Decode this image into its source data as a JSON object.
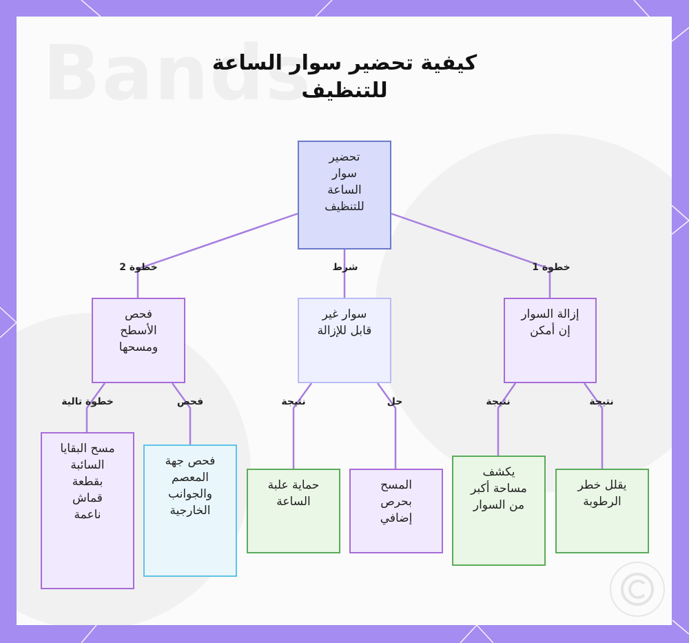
{
  "title": {
    "line1": "كيفية تحضير سوار الساعة",
    "line2": "للتنظيف"
  },
  "watermark": "Bands",
  "colors": {
    "frame": "#a58cf0",
    "edge": "#a67ee0",
    "root_fill": "#d9dcfb",
    "purple_fill": "#f1e9fd",
    "cyan_fill": "#e9f7fc",
    "green_fill": "#eaf6e6"
  },
  "nodes": {
    "root": [
      "تحضير",
      "سوار",
      "الساعة",
      "للتنظيف"
    ],
    "remove_strap": [
      "إزالة السوار",
      "إن أمكن"
    ],
    "non_removable": [
      "سوار غير",
      "قابل للإزالة"
    ],
    "inspect_surfaces": [
      "فحص",
      "الأسطح",
      "ومسحها"
    ],
    "reduce_moisture": [
      "يقلل خطر",
      "الرطوبة"
    ],
    "reveal_area": [
      "يكشف",
      "مساحة أكبر",
      "من السوار"
    ],
    "careful_wipe": [
      "المسح",
      "بحرص",
      "إضافي"
    ],
    "protect_case": [
      "حماية علبة",
      "الساعة"
    ],
    "inspect_sides": [
      "فحص جهة",
      "المعصم",
      "والجوانب",
      "الخارجية"
    ],
    "wipe_residue": [
      "مسح البقايا",
      "السائبة",
      "بقطعة",
      "قماش",
      "ناعمة"
    ]
  },
  "edge_labels": {
    "step1": "خطوة 1",
    "condition": "شرط",
    "step2": "خطوة 2",
    "result_a": "نتيجة",
    "result_b": "نتيجة",
    "solution": "حل",
    "result_c": "نتيجة",
    "inspect": "فحص",
    "next_step": "خطوة تالية"
  },
  "logo_icon": "circular-logo-icon"
}
